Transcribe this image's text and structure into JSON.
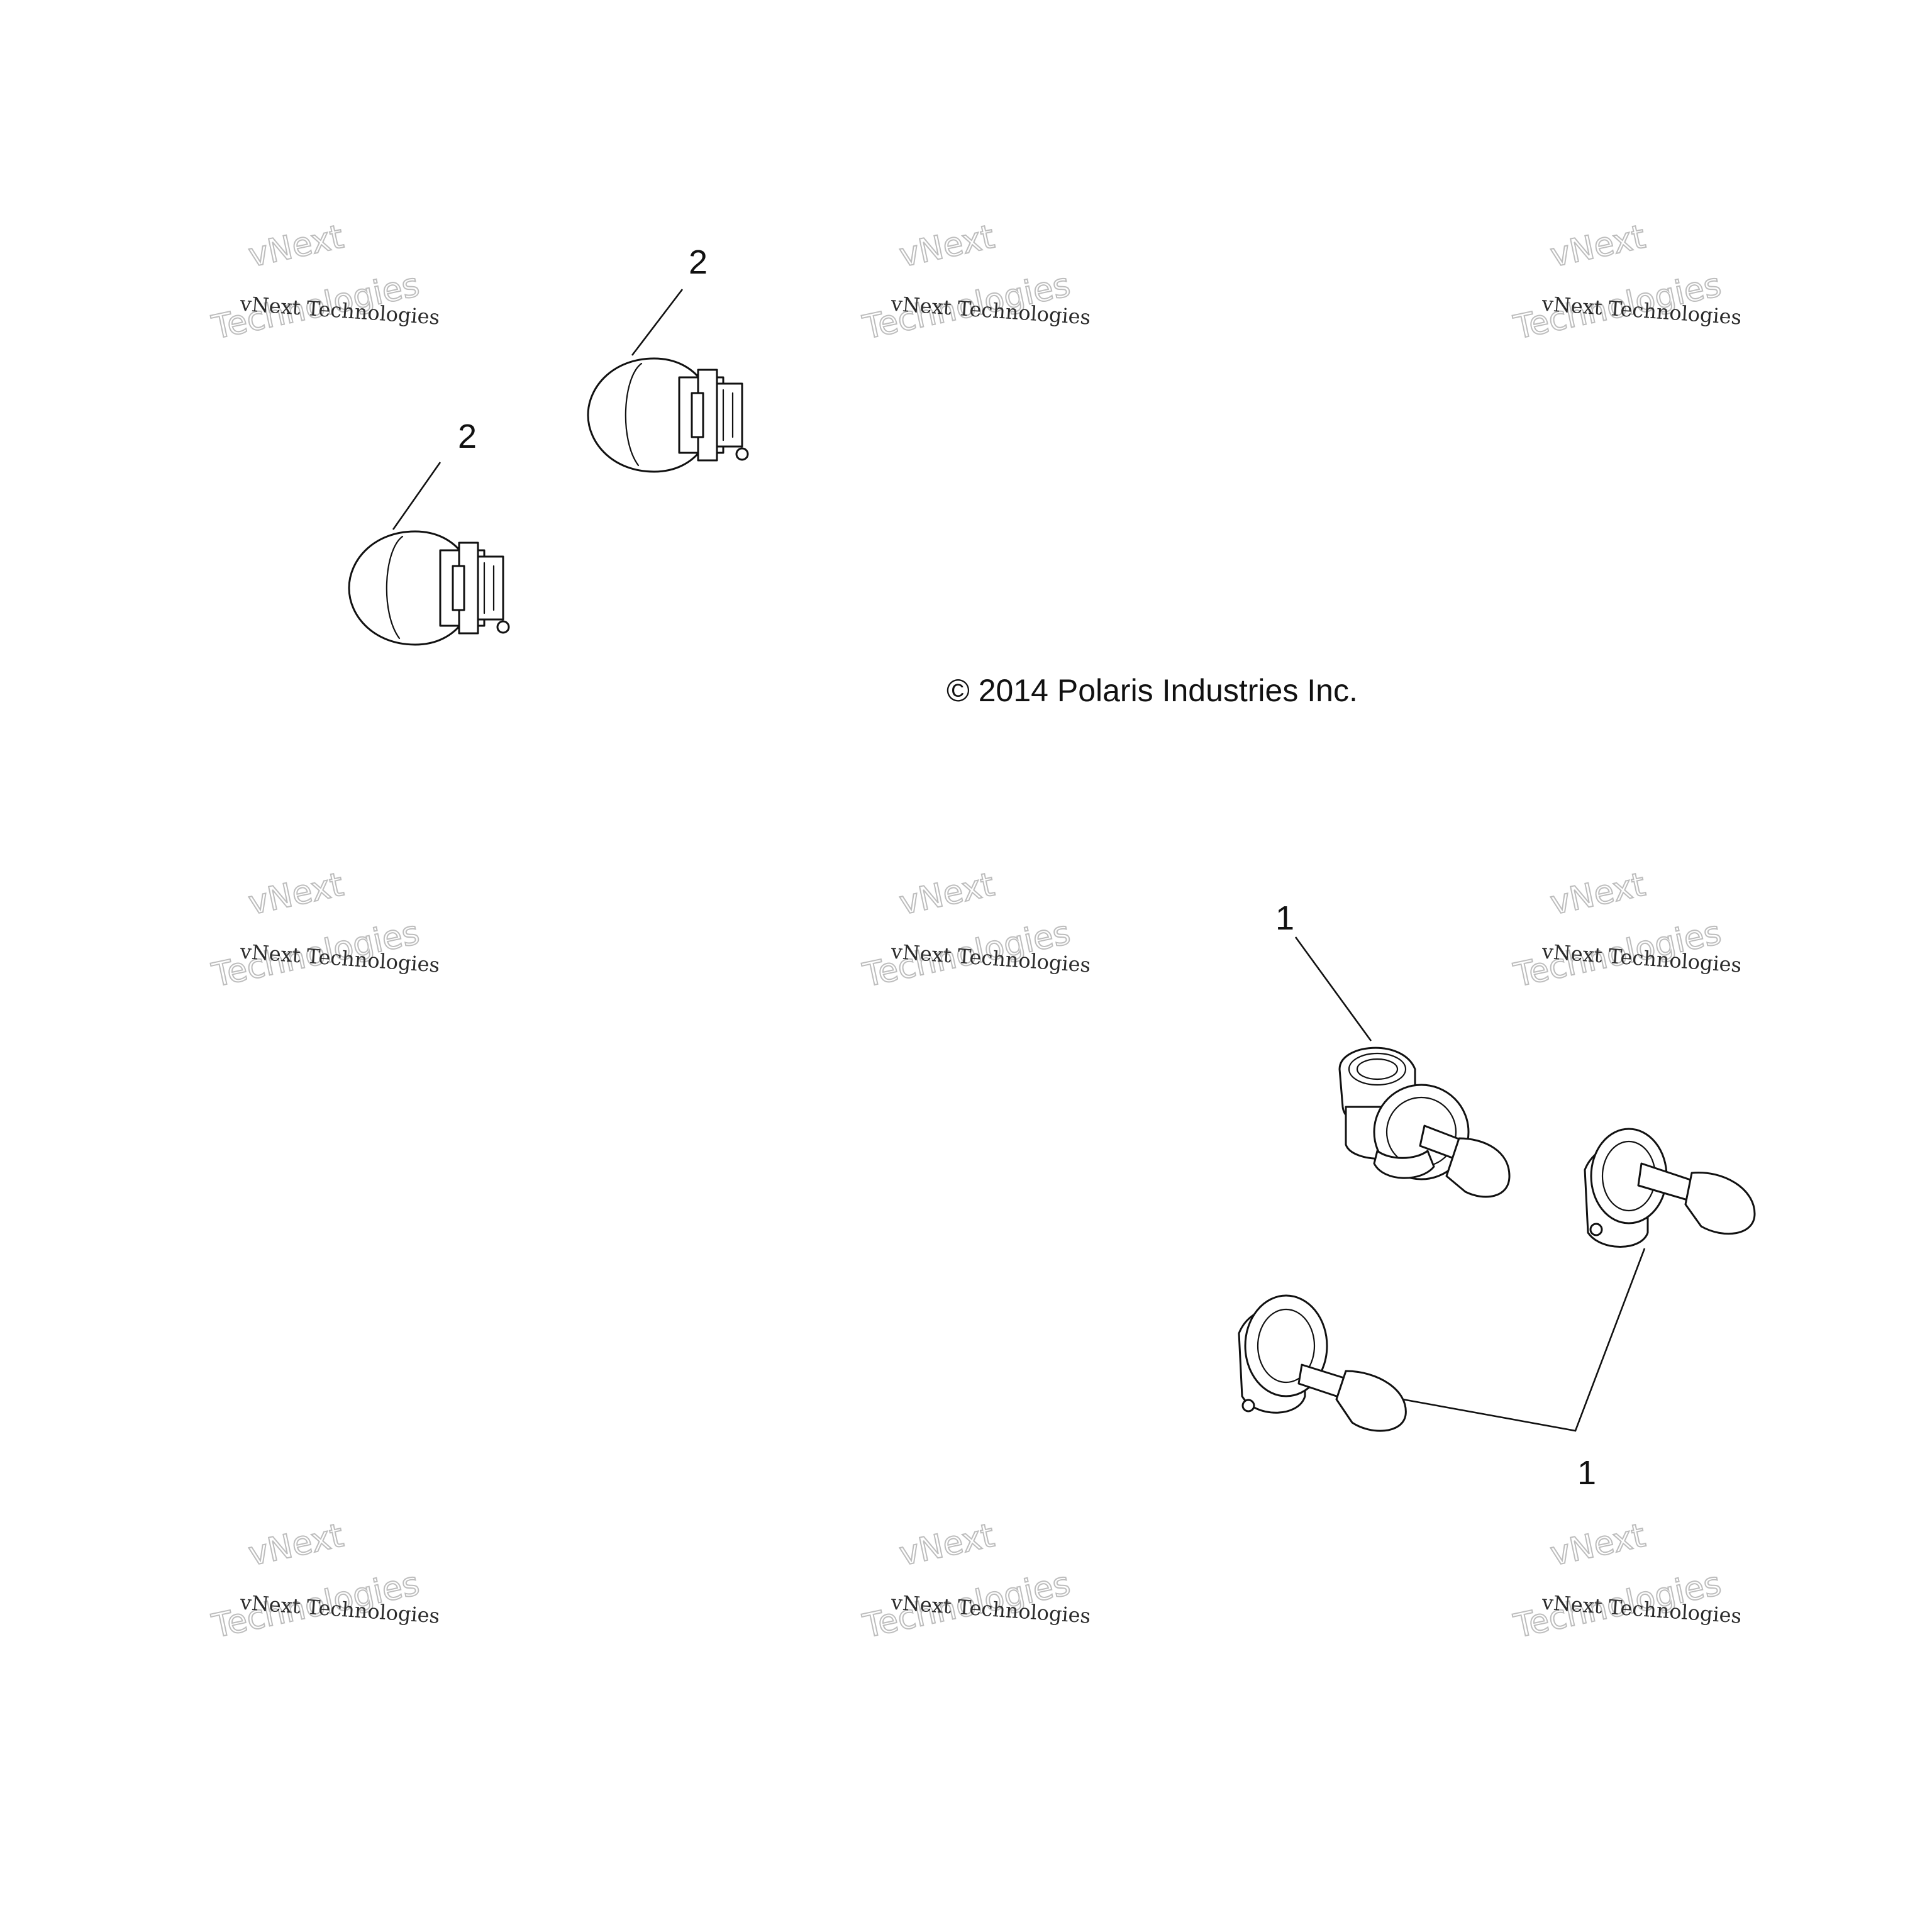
{
  "diagram": {
    "copyright": "© 2014 Polaris Industries Inc.",
    "callouts": {
      "bulb_2_upper": "2",
      "bulb_2_lower": "2",
      "headlight_1_upper": "1",
      "headlight_1_lower": "1"
    },
    "watermark": {
      "line1": "vNext Technologies",
      "line2": "vNext",
      "line3": "Technologies"
    }
  }
}
